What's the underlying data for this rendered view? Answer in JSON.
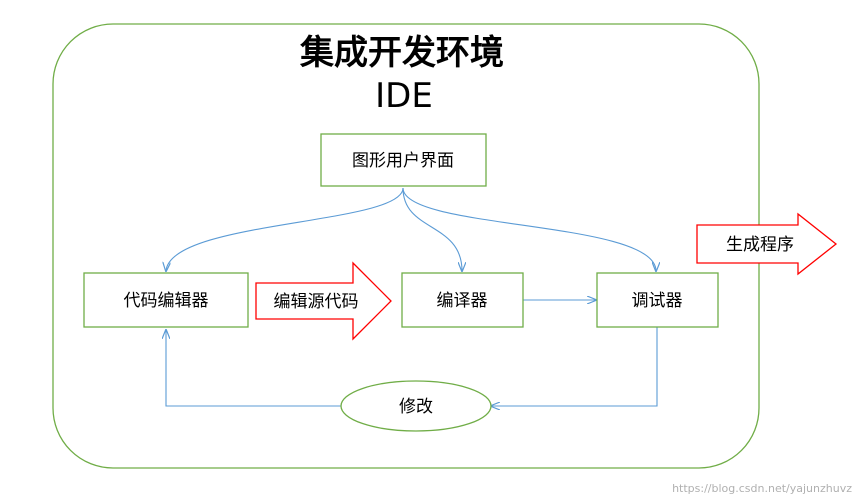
{
  "title": "集成开发环境",
  "subtitle": "IDE",
  "nodes": {
    "gui": "图形用户界面",
    "editor": "代码编辑器",
    "compiler": "编译器",
    "debugger": "调试器",
    "modify": "修改"
  },
  "arrows": {
    "edit_source": "编辑源代码",
    "generate_program": "生成程序"
  },
  "watermark": "https://blog.csdn.net/yajunzhuvz",
  "colors": {
    "container_border": "#70ad47",
    "box_border": "#70ad47",
    "connector": "#5b9bd5",
    "callout_border": "#ff0000"
  }
}
